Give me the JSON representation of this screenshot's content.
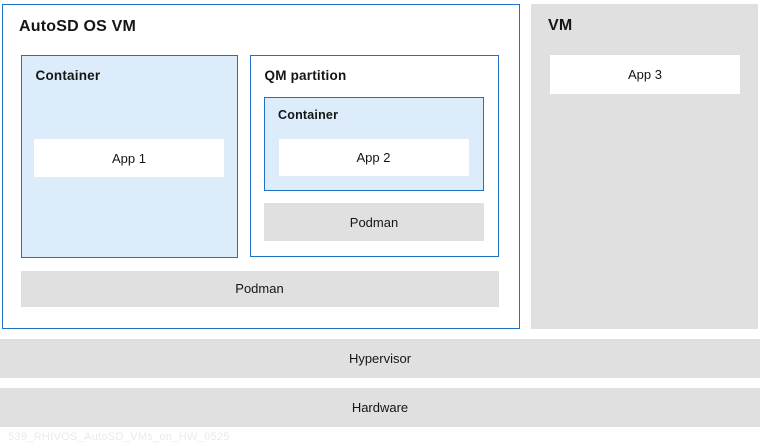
{
  "diagram": {
    "autosd_vm": {
      "title": "AutoSD OS VM",
      "container1": {
        "title": "Container",
        "app_label": "App 1"
      },
      "qm_partition": {
        "title": "QM partition",
        "container": {
          "title": "Container",
          "app_label": "App 2"
        },
        "podman_label": "Podman"
      },
      "podman_label": "Podman"
    },
    "vm": {
      "title": "VM",
      "app_label": "App 3"
    },
    "hypervisor_label": "Hypervisor",
    "hardware_label": "Hardware",
    "footer_id": "539_RHIVOS_AutoSD_VMs_on_HW_0525"
  },
  "colors": {
    "border_blue": "#1f71c4",
    "fill_light_blue": "#ddecfb",
    "fill_gray": "#e0e0e0",
    "text_dark": "#151515",
    "footer_text": "#eaeaea",
    "background": "#ffffff"
  }
}
